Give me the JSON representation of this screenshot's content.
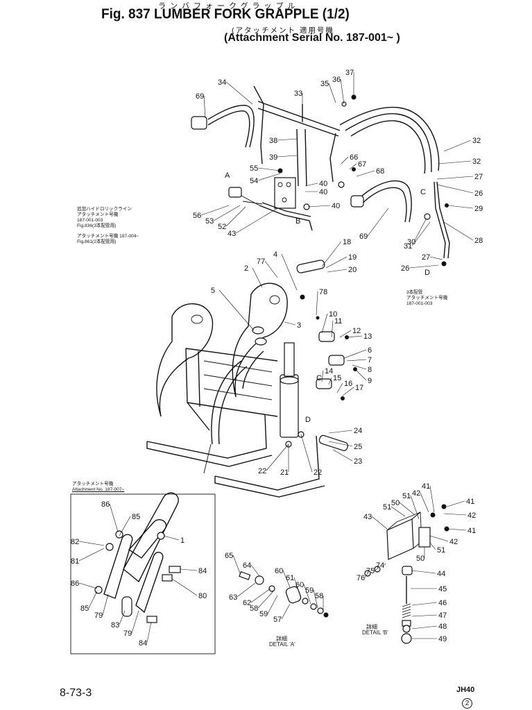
{
  "header": {
    "title_ruby": "ランバフォークグラップル",
    "title": "Fig. 837 LUMBER FORK GRAPPLE (1/2)",
    "subtitle_ruby": "(アタッチメント 適用号機",
    "subtitle": "(Attachment Serial No. 187-001~ )"
  },
  "notes": {
    "hydraulic_line": [
      "追加ハイドロリックライン",
      "アタッチメント号機",
      "187-001-003",
      "Fig.836(3本配管用)"
    ],
    "attachment_004": [
      "アタッチメント号機 187-004~",
      "Fig.861(2本配管用)"
    ],
    "three_line": [
      "3本配管",
      "アタッチメント号機",
      "187-001-003"
    ],
    "attachment_007": [
      "アタッチメント号機",
      "Attachment No. 187-007~"
    ]
  },
  "detail_labels": {
    "a_jp": "詳細",
    "a": "DETAIL 'A'",
    "b_jp": "詳細",
    "b": "DETAIL 'B'"
  },
  "letter_markers": [
    "A",
    "B",
    "C",
    "D"
  ],
  "footer": {
    "page_code": "8-73-3",
    "model": "JH40",
    "sheet": "2"
  },
  "callouts": {
    "hydraulics": [
      "37",
      "36",
      "35",
      "34",
      "33",
      "69",
      "32",
      "32",
      "27",
      "26",
      "29",
      "28",
      "38",
      "39",
      "55",
      "54",
      "A",
      "40",
      "40",
      "40",
      "56",
      "53",
      "52",
      "43",
      "66",
      "67",
      "68",
      "69",
      "31",
      "30",
      "27",
      "26",
      "D",
      "C",
      "B"
    ],
    "frame": [
      "18",
      "19",
      "20",
      "77",
      "4",
      "2",
      "78",
      "5",
      "3",
      "10",
      "11",
      "12",
      "13",
      "6",
      "7",
      "8",
      "9",
      "C",
      "14",
      "15",
      "16",
      "17",
      "D",
      "24",
      "25",
      "23",
      "22",
      "21",
      "22"
    ],
    "inset": [
      "86",
      "85",
      "1",
      "82",
      "81",
      "84",
      "80",
      "86",
      "85",
      "79",
      "83",
      "79",
      "84"
    ],
    "detail_a": [
      "65",
      "64",
      "63",
      "62",
      "58",
      "59",
      "60",
      "61",
      "60",
      "59",
      "58",
      "57"
    ],
    "detail_b": [
      "51",
      "50",
      "42",
      "41",
      "41",
      "43",
      "51",
      "42",
      "41",
      "42",
      "76",
      "75",
      "74",
      "51",
      "50",
      "44",
      "45",
      "46",
      "47",
      "48",
      "49"
    ]
  }
}
